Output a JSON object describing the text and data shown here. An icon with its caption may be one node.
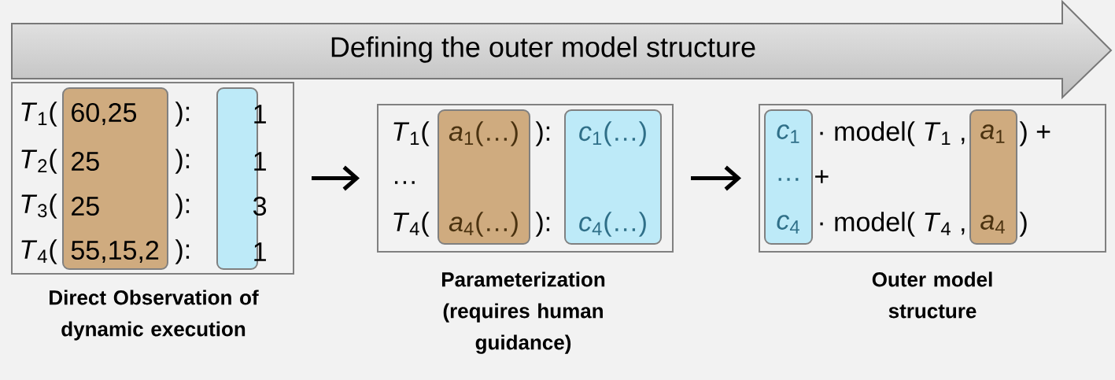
{
  "diagram": {
    "nodes": [
      {
        "text": [
          "Defining the outer model structure"
        ]
      },
      {
        "text": [
          "*T*$_{1}$(",
          "):",
          "*T*$_{2}$(",
          "):",
          "*T*$_{3}$(",
          "):",
          "*T*$_{4}$(",
          "):"
        ],
        "beside": [
          "Direct Observation of dynamic execution"
        ]
      },
      {
        "text": [
          "60,25",
          "25",
          "25",
          "55,15,2"
        ],
        "in": 1
      },
      {
        "text": [
          "1",
          "1",
          "3",
          "1"
        ],
        "in": 1
      },
      {
        "text": [
          "*T*$_{1}$(",
          "):",
          "…",
          "*T*$_{4}$(",
          "):"
        ],
        "beside": [
          "Parameterization (requires human guidance)"
        ]
      },
      {
        "text": [
          "*a*$_{1}$(…)",
          "*a*$_{4}$(…)"
        ],
        "in": 4
      },
      {
        "text": [
          "*c*$_{1}$(…)",
          "*c*$_{4}$(…)"
        ],
        "in": 4
      },
      {
        "text": [
          "· model( *T*$_{1}$ ,",
          ") +",
          "+",
          "· model( *T*$_{4}$ ,",
          ")"
        ],
        "beside": [
          "Outer model structure"
        ]
      },
      {
        "text": [
          "*c*$_{1}$",
          "…",
          "*c*$_{4}$"
        ],
        "in": 7
      },
      {
        "text": [
          "*a*$_{1}$",
          "*a*$_{4}$"
        ],
        "in": 7
      }
    ],
    "edges": [
      {
        "from": 1,
        "to": 4,
        "arrow": "to"
      },
      {
        "from": 4,
        "to": 7,
        "arrow": "to"
      }
    ]
  }
}
